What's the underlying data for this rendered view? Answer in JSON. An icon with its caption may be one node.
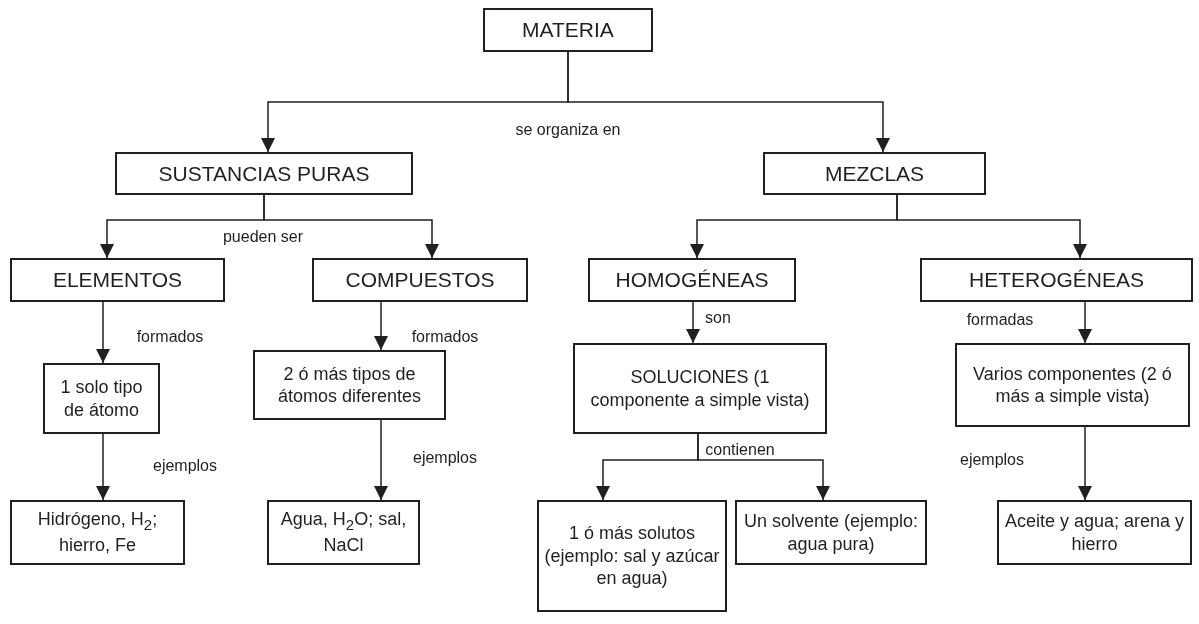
{
  "diagram": {
    "nodes": [
      {
        "text": [
          "MATERIA"
        ]
      },
      {
        "text": [
          "SUSTANCIAS PURAS"
        ]
      },
      {
        "text": [
          "MEZCLAS"
        ]
      },
      {
        "text": [
          "ELEMENTOS"
        ]
      },
      {
        "text": [
          "COMPUESTOS"
        ]
      },
      {
        "text": [
          "HOMOGÉNEAS"
        ]
      },
      {
        "text": [
          "HETEROGÉNEAS"
        ]
      },
      {
        "text": [
          "1 solo tipo de átomo"
        ]
      },
      {
        "text": [
          "2 ó más tipos de átomos diferentes"
        ]
      },
      {
        "text": [
          "SOLUCIONES (1 componente a simple vista)"
        ]
      },
      {
        "text": [
          "Varios componentes (2 ó más a simple vista)"
        ]
      },
      {
        "text": [
          "Hidrógeno, H$_{2}$; hierro, Fe"
        ]
      },
      {
        "text": [
          "Agua, H$_{2}$O; sal, NaCl"
        ]
      },
      {
        "text": [
          "1 ó más solutos (ejemplo: sal y azúcar en agua)"
        ]
      },
      {
        "text": [
          "Un solvente (ejemplo: agua pura)"
        ]
      },
      {
        "text": [
          "Aceite y agua; arena y hierro"
        ]
      }
    ],
    "edges": [
      {
        "from": 0,
        "to": 1,
        "arrow": "to",
        "label": "se organiza en"
      },
      {
        "from": 0,
        "to": 2,
        "arrow": "to"
      },
      {
        "from": 1,
        "to": 3,
        "arrow": "to",
        "label": "pueden ser"
      },
      {
        "from": 1,
        "to": 4,
        "arrow": "to"
      },
      {
        "from": 2,
        "to": 5,
        "arrow": "to"
      },
      {
        "from": 2,
        "to": 6,
        "arrow": "to"
      },
      {
        "from": 3,
        "to": 7,
        "arrow": "to",
        "label": "formados"
      },
      {
        "from": 4,
        "to": 8,
        "arrow": "to",
        "label": "formados"
      },
      {
        "from": 5,
        "to": 9,
        "arrow": "to",
        "label": "son"
      },
      {
        "from": 6,
        "to": 10,
        "arrow": "to",
        "label": "formadas"
      },
      {
        "from": 7,
        "to": 11,
        "arrow": "to",
        "label": "ejemplos"
      },
      {
        "from": 8,
        "to": 12,
        "arrow": "to",
        "label": "ejemplos"
      },
      {
        "from": 9,
        "to": 13,
        "arrow": "to",
        "label": "contienen"
      },
      {
        "from": 9,
        "to": 14,
        "arrow": "to"
      },
      {
        "from": 10,
        "to": 15,
        "arrow": "to",
        "label": "ejemplos"
      }
    ]
  }
}
